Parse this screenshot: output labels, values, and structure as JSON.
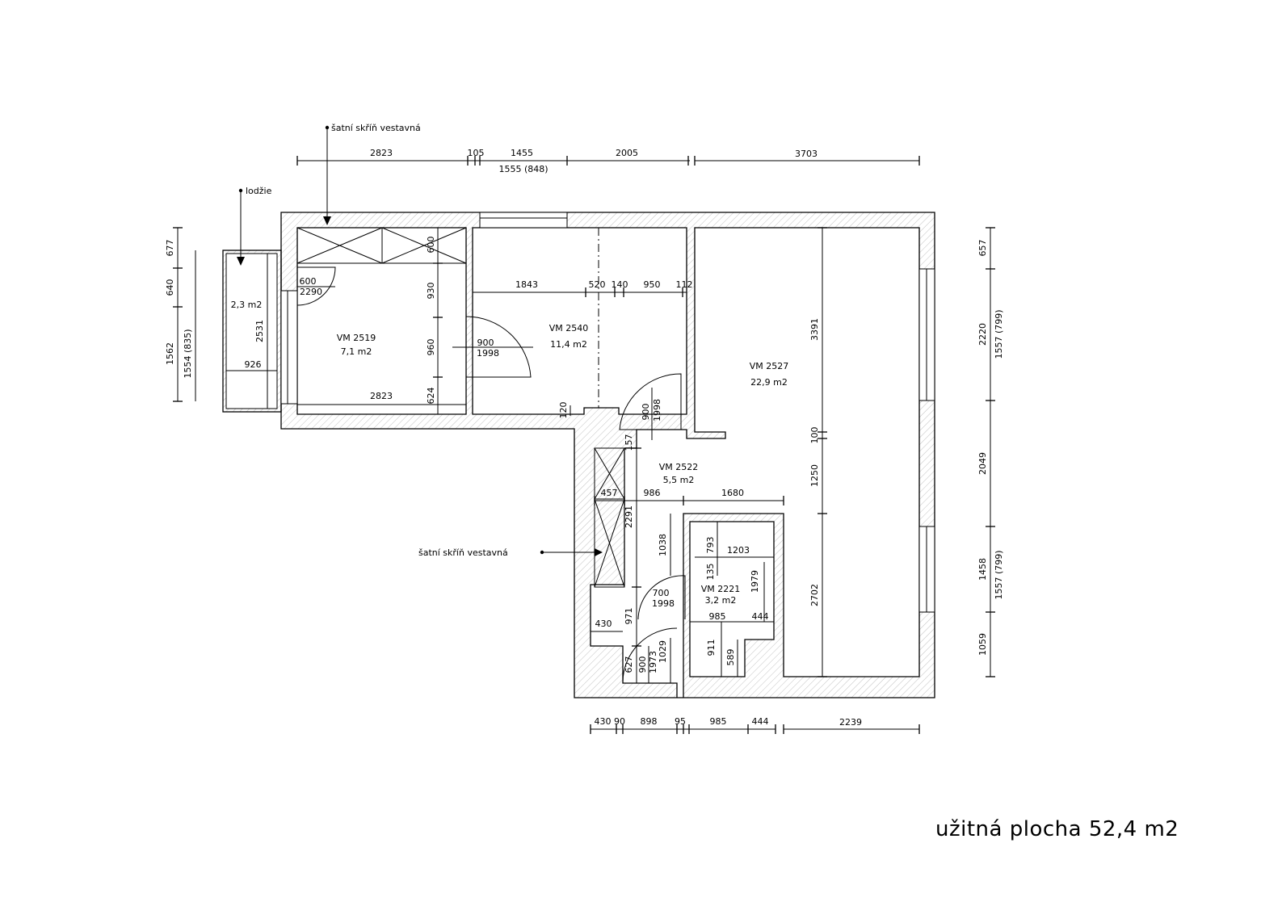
{
  "total_area": "užitná plocha 52,4 m2",
  "labels": {
    "wardrobe_top": "šatní skříň vestavná",
    "wardrobe_mid": "šatní skříň vestavná",
    "loggia": "lodžie"
  },
  "rooms": {
    "r2519": {
      "name": "VM 2519",
      "area": "7,1 m2"
    },
    "r2540": {
      "name": "VM 2540",
      "area": "11,4 m2"
    },
    "r2527": {
      "name": "VM 2527",
      "area": "22,9 m2"
    },
    "r2522": {
      "name": "VM 2522",
      "area": "5,5 m2"
    },
    "r2221": {
      "name": "VM 2221",
      "area": "3,2 m2"
    },
    "loggia": {
      "area": "2,3 m2"
    }
  },
  "dimensions": {
    "top": [
      "2823",
      "105",
      "1455",
      "2005",
      "3703",
      "1555 (848)"
    ],
    "bottom": [
      "430",
      "90",
      "898",
      "95",
      "985",
      "444",
      "2239"
    ],
    "left": [
      "677",
      "640",
      "1562",
      "1554 (835)"
    ],
    "right": [
      "657",
      "2220",
      "1557 (799)",
      "2049",
      "1458",
      "1557 (799)",
      "1059"
    ],
    "inner": {
      "d600": "600",
      "d2290": "2290",
      "d2531": "2531",
      "d926": "926",
      "d930": "930",
      "d960": "960",
      "d624": "624",
      "d600b": "600",
      "d2823": "2823",
      "d1843": "1843",
      "d520": "520",
      "d140": "140",
      "d950": "950",
      "d112": "112",
      "d900a": "900",
      "d1998a": "1998",
      "d120": "120",
      "d900b": "900",
      "d1998b": "1998",
      "d3391": "3391",
      "d100": "100",
      "d1250": "1250",
      "d2702": "2702",
      "d157": "157",
      "d457": "457",
      "d986": "986",
      "d1680": "1680",
      "d2291": "2291",
      "d1038": "1038",
      "d793": "793",
      "d1203": "1203",
      "d135": "135",
      "d1979": "1979",
      "d700": "700",
      "d1998c": "1998",
      "d971": "971",
      "d430": "430",
      "d985": "985",
      "d444": "444",
      "d627": "627",
      "d900c": "900",
      "d1973": "1973",
      "d1029": "1029",
      "d911": "911",
      "d589": "589"
    }
  }
}
